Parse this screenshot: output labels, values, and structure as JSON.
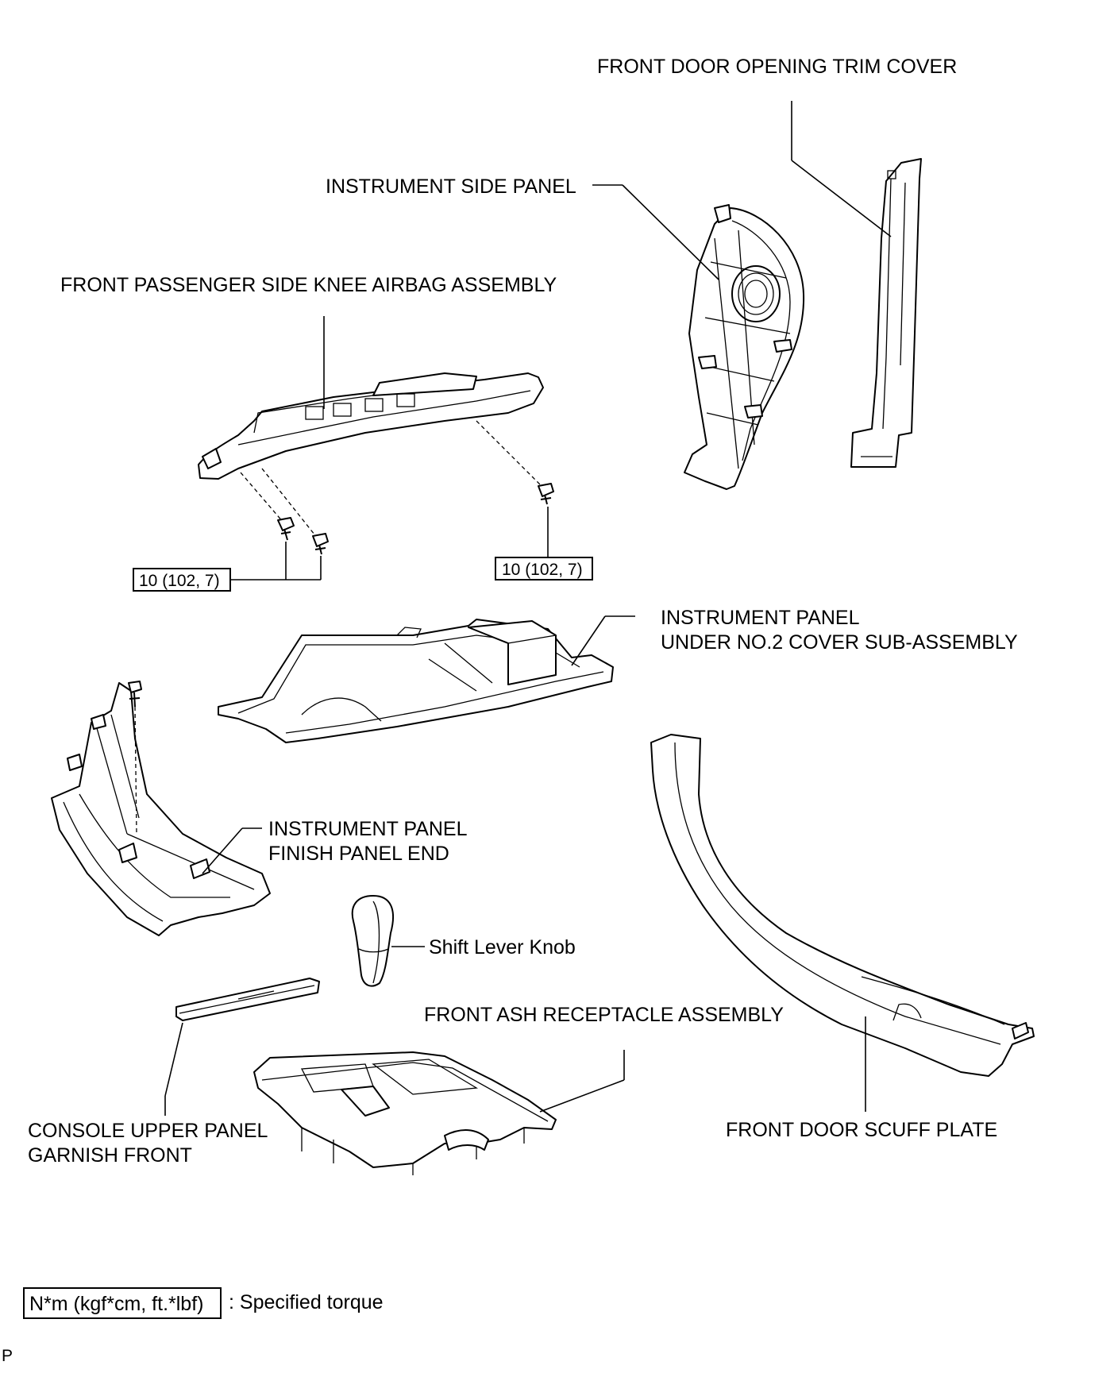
{
  "labels": {
    "front_door_opening_trim_cover": "FRONT DOOR OPENING TRIM COVER",
    "instrument_side_panel": "INSTRUMENT SIDE PANEL",
    "front_passenger_side_knee_airbag_assembly": "FRONT PASSENGER SIDE KNEE AIRBAG ASSEMBLY",
    "instrument_panel_under_no2_cover_line1": "INSTRUMENT PANEL",
    "instrument_panel_under_no2_cover_line2": "UNDER NO.2 COVER SUB-ASSEMBLY",
    "instrument_panel_finish_panel_end_line1": "INSTRUMENT PANEL",
    "instrument_panel_finish_panel_end_line2": "FINISH PANEL END",
    "shift_lever_knob": "Shift Lever Knob",
    "front_ash_receptacle_assembly": "FRONT ASH RECEPTACLE ASSEMBLY",
    "console_upper_panel_garnish_front_line1": "CONSOLE UPPER PANEL",
    "console_upper_panel_garnish_front_line2": "GARNISH FRONT",
    "front_door_scuff_plate": "FRONT DOOR SCUFF PLATE"
  },
  "torque_callouts": {
    "left": "10 (102, 7)",
    "right": "10 (102, 7)"
  },
  "legend": {
    "unit_box": "N*m (kgf*cm, ft.*lbf)",
    "description": ": Specified torque"
  },
  "corner_mark": "P"
}
